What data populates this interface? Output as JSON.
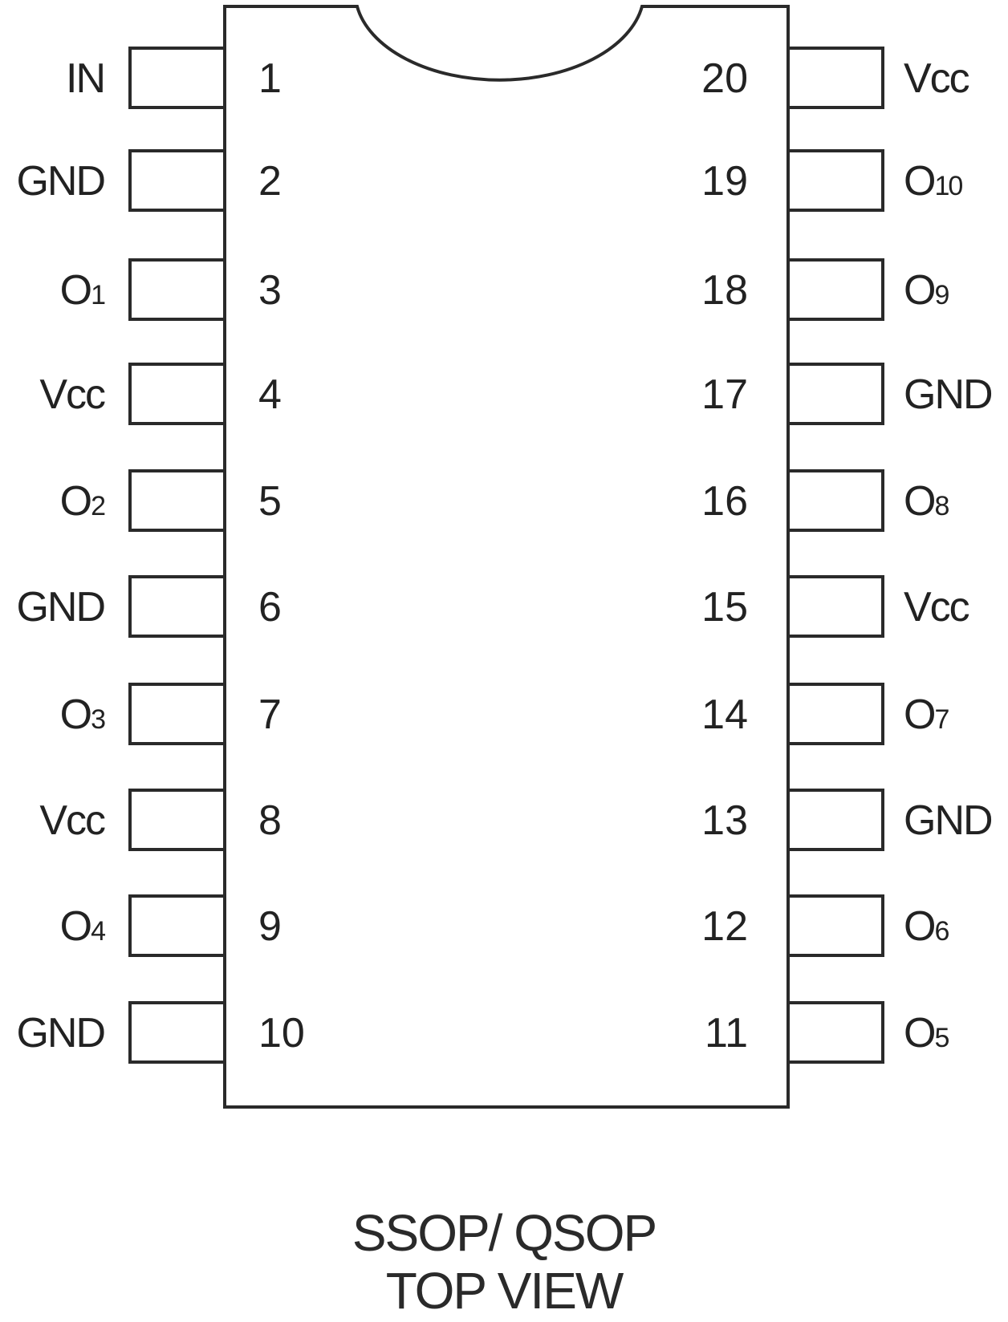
{
  "package": {
    "left_pins": [
      {
        "number": "1",
        "signal": "IN",
        "sub": ""
      },
      {
        "number": "2",
        "signal": "GND",
        "sub": ""
      },
      {
        "number": "3",
        "signal": "O",
        "sub": "1"
      },
      {
        "number": "4",
        "signal": "Vcc",
        "sub": ""
      },
      {
        "number": "5",
        "signal": "O",
        "sub": "2"
      },
      {
        "number": "6",
        "signal": "GND",
        "sub": ""
      },
      {
        "number": "7",
        "signal": "O",
        "sub": "3"
      },
      {
        "number": "8",
        "signal": "Vcc",
        "sub": ""
      },
      {
        "number": "9",
        "signal": "O",
        "sub": "4"
      },
      {
        "number": "10",
        "signal": "GND",
        "sub": ""
      }
    ],
    "right_pins": [
      {
        "number": "20",
        "signal": "Vcc",
        "sub": ""
      },
      {
        "number": "19",
        "signal": "O",
        "sub": "10"
      },
      {
        "number": "18",
        "signal": "O",
        "sub": "9"
      },
      {
        "number": "17",
        "signal": "GND",
        "sub": ""
      },
      {
        "number": "16",
        "signal": "O",
        "sub": "8"
      },
      {
        "number": "15",
        "signal": "Vcc",
        "sub": ""
      },
      {
        "number": "14",
        "signal": "O",
        "sub": "7"
      },
      {
        "number": "13",
        "signal": "GND",
        "sub": ""
      },
      {
        "number": "12",
        "signal": "O",
        "sub": "6"
      },
      {
        "number": "11",
        "signal": "O",
        "sub": "5"
      }
    ]
  },
  "caption": {
    "line1": "SSOP/ QSOP",
    "line2": "TOP VIEW"
  }
}
